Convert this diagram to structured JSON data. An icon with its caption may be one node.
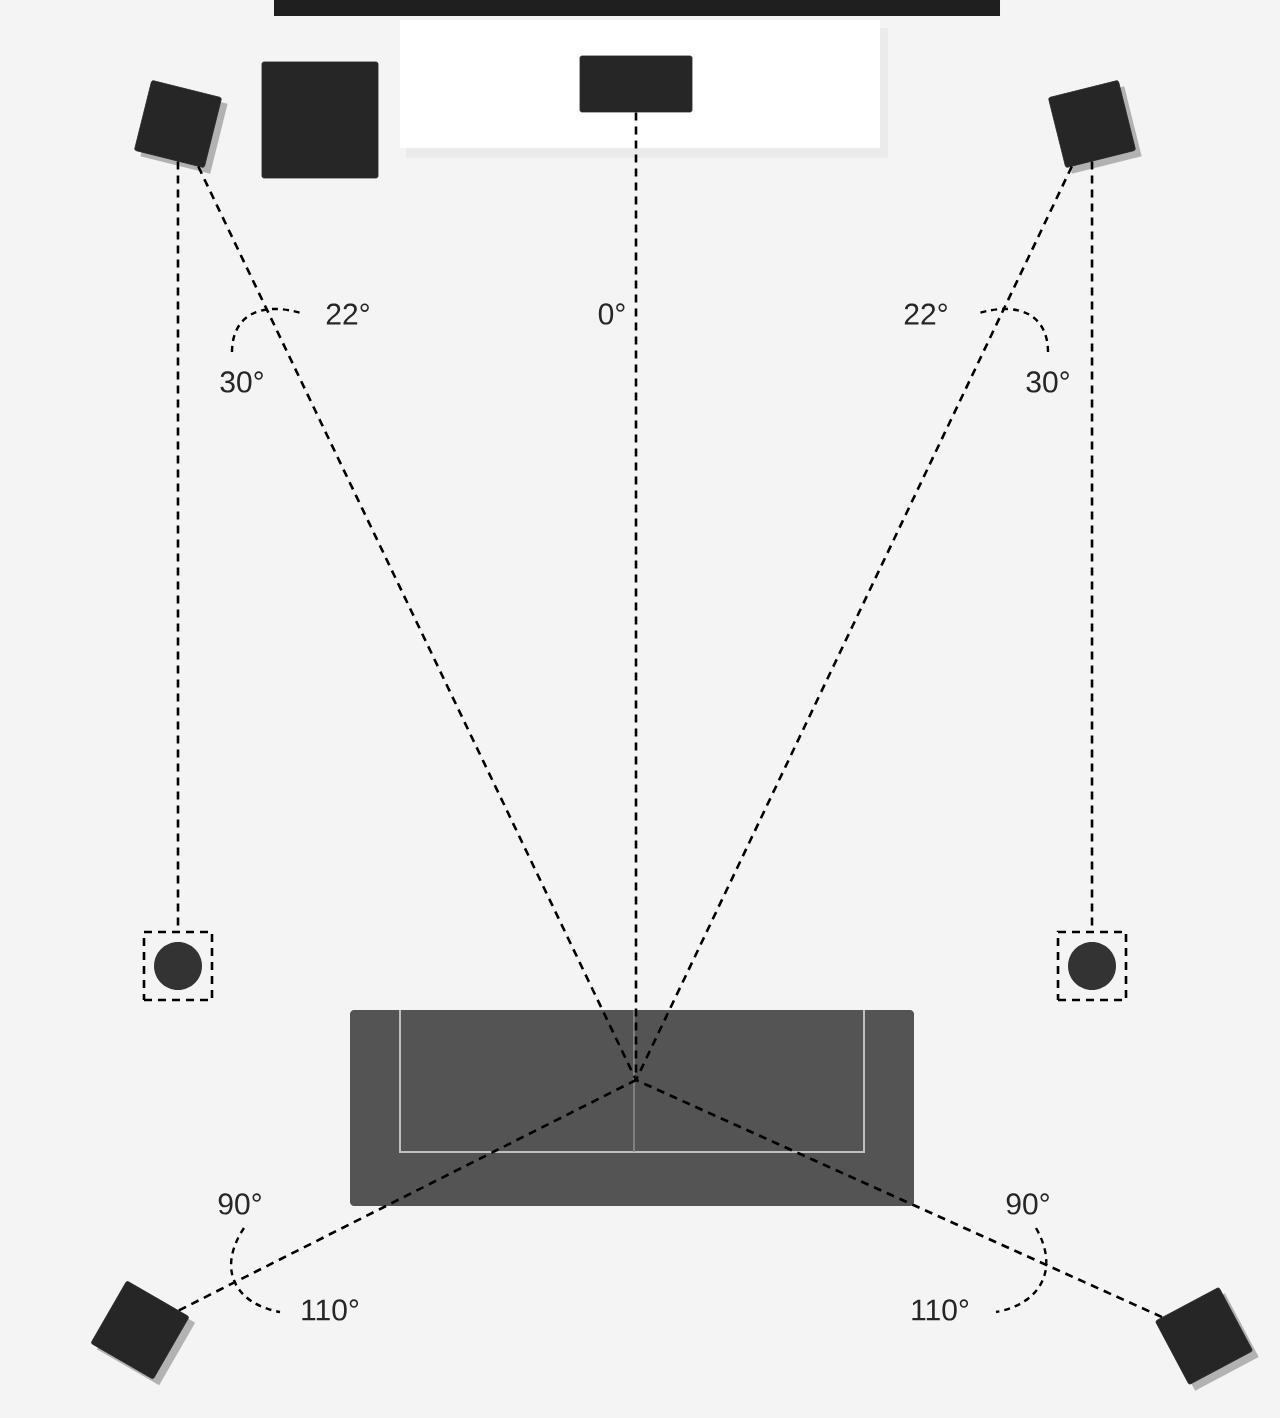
{
  "diagram": {
    "nodes": [
      {
        "text": [],
        "shape": "box"
      },
      {
        "text": [],
        "shape": "box"
      },
      {
        "text": [],
        "shape": "box"
      },
      {
        "text": [],
        "shape": "box"
      },
      {
        "text": [],
        "shape": "box"
      },
      {
        "text": [],
        "shape": "box"
      },
      {
        "text": [],
        "shape": "sofa"
      },
      {
        "text": [],
        "shape": "box"
      },
      {
        "text": [],
        "shape": "box"
      }
    ],
    "edges": [
      {
        "from": 0,
        "to": 4,
        "arrow": "none",
        "style": "dashed"
      },
      {
        "from": 0,
        "to": 6,
        "arrow": "none",
        "style": "dashed"
      },
      {
        "from": 2,
        "to": 6,
        "arrow": "none",
        "style": "dashed"
      },
      {
        "from": 3,
        "to": 6,
        "arrow": "none",
        "style": "dashed"
      },
      {
        "from": 3,
        "to": 5,
        "arrow": "none",
        "style": "dashed"
      },
      {
        "from": 7,
        "to": 6,
        "arrow": "none",
        "style": "dashed"
      },
      {
        "from": 8,
        "to": 6,
        "arrow": "none",
        "style": "dashed"
      }
    ],
    "labels": [
      "22°",
      "0°",
      "22°",
      "30°",
      "30°",
      "90°",
      "90°",
      "110°",
      "110°"
    ]
  }
}
